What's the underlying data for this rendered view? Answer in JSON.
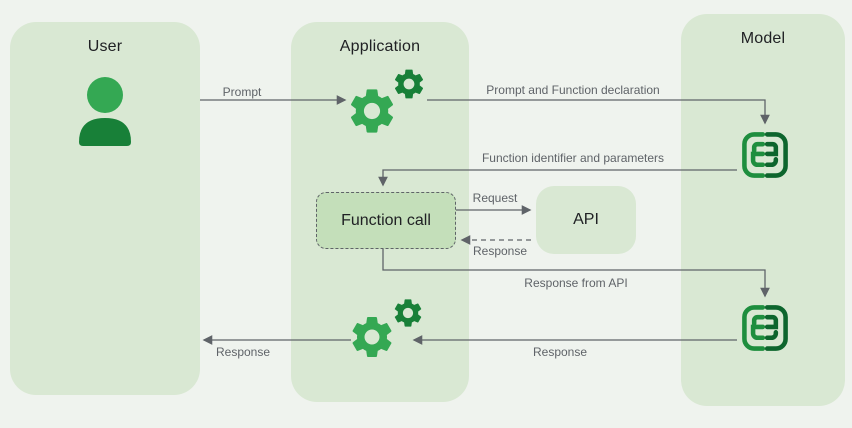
{
  "diagram": {
    "lanes": {
      "user": {
        "title": "User"
      },
      "application": {
        "title": "Application"
      },
      "model": {
        "title": "Model"
      }
    },
    "nodes": {
      "function_call": {
        "label": "Function call"
      },
      "api": {
        "label": "API"
      }
    },
    "arrows": {
      "prompt": {
        "label": "Prompt",
        "from": "user",
        "to": "application"
      },
      "prompt_and_function_declaration": {
        "label": "Prompt and Function declaration",
        "from": "application",
        "to": "model"
      },
      "function_identifier_and_parameters": {
        "label": "Function identifier and parameters",
        "from": "model",
        "to": "function_call"
      },
      "request": {
        "label": "Request",
        "from": "function_call",
        "to": "api"
      },
      "api_response": {
        "label": "Response",
        "from": "api",
        "to": "function_call",
        "style": "dashed"
      },
      "response_from_api": {
        "label": "Response from API",
        "from": "function_call",
        "to": "model"
      },
      "model_response": {
        "label": "Response",
        "from": "model",
        "to": "application"
      },
      "user_response": {
        "label": "Response",
        "from": "application",
        "to": "user"
      }
    },
    "icons": {
      "user_lane": "user-icon",
      "application_lane": "gears-icon",
      "model_lane": "model-brain-icon"
    },
    "colors": {
      "page_bg": "#eff3ee",
      "lane_bg": "#d9e8d3",
      "function_call_bg": "#c4dfba",
      "arrow": "#5f6368",
      "heading": "#202124",
      "green_mid": "#34a853",
      "green_dark": "#1e8e3e",
      "green_deep": "#188038",
      "green_deepest": "#0d652d"
    }
  }
}
